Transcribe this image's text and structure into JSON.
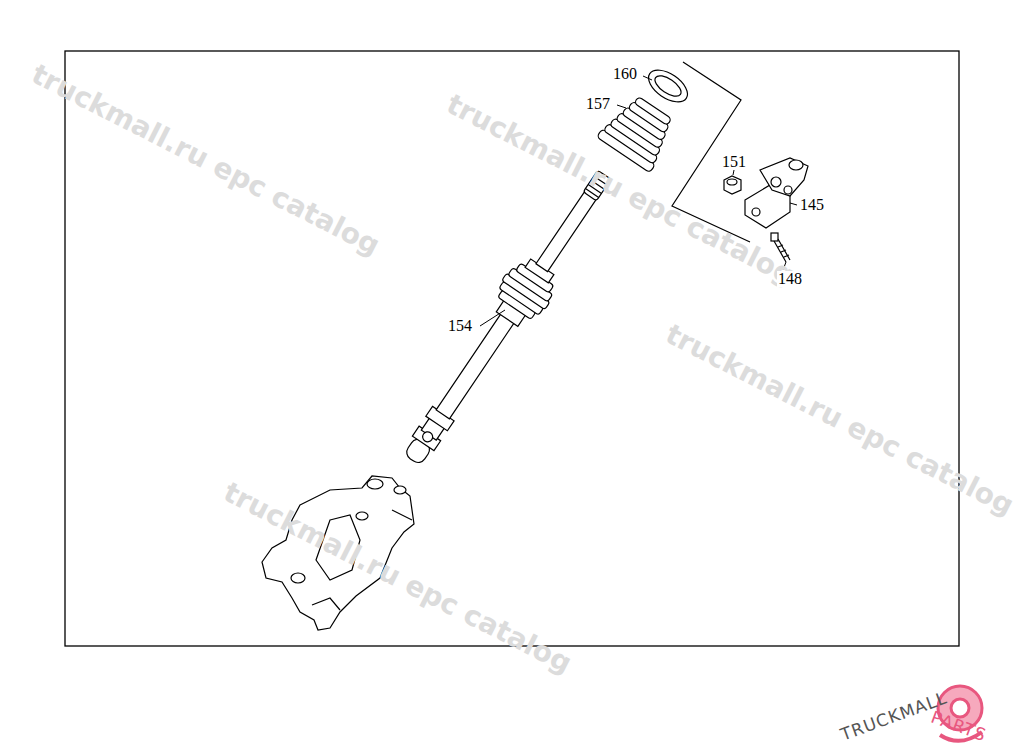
{
  "diagram": {
    "labels": [
      "160",
      "157",
      "151",
      "145",
      "148",
      "154",
      "truckmall.ru epc catalog",
      "truckmall.ru epc catalog",
      "truckmall.ru epc catalog",
      "truckmall.ru epc catalog",
      "TRUCKMALL",
      "PARTS"
    ]
  }
}
